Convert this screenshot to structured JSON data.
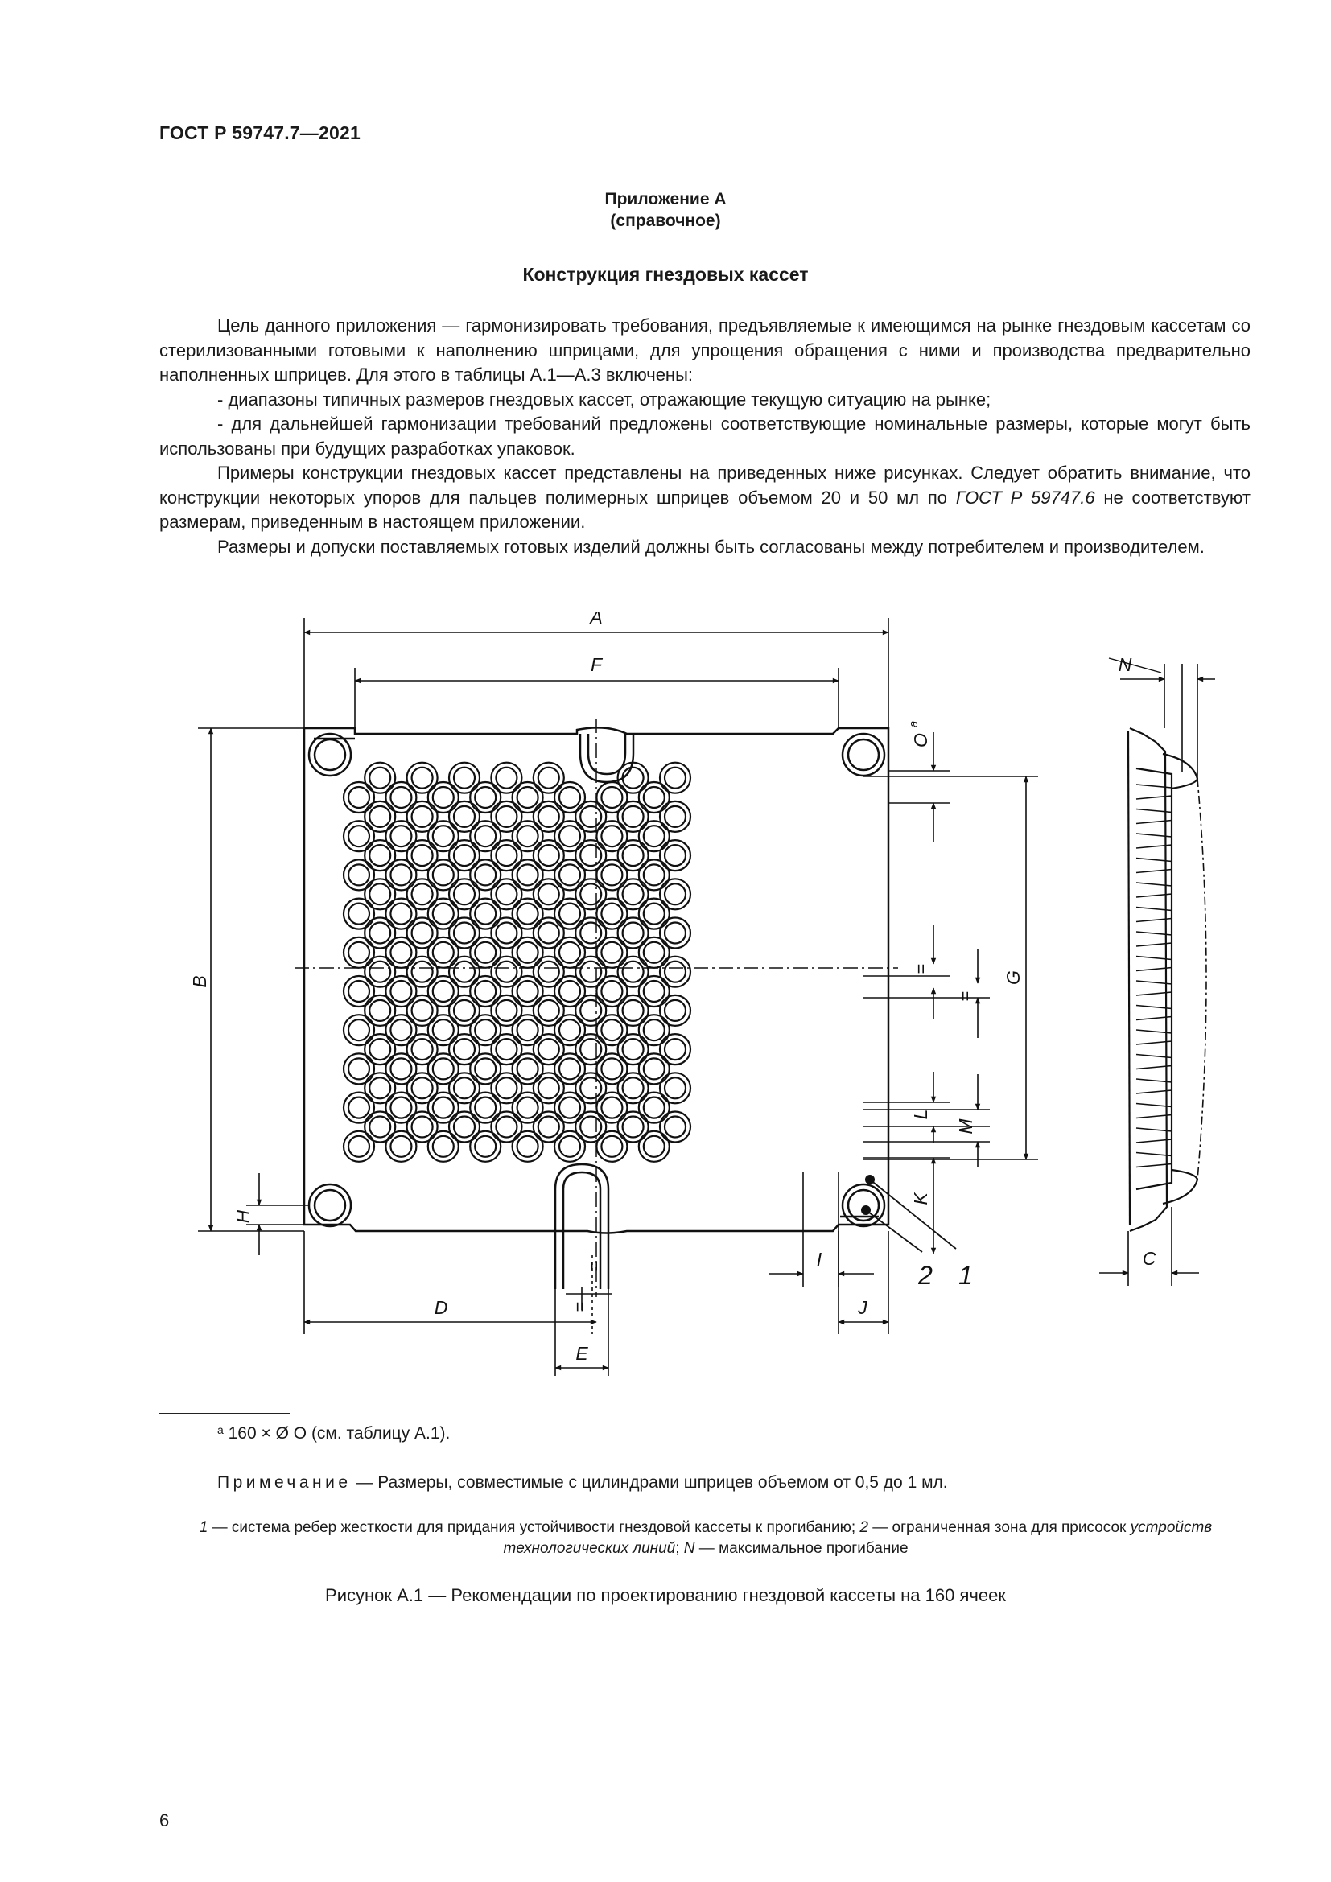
{
  "header": {
    "doc_id": "ГОСТ Р 59747.7—2021"
  },
  "annex": {
    "title": "Приложение А",
    "subtitle": "(справочное)",
    "section_title": "Конструкция гнездовых кассет"
  },
  "body": {
    "p1": "Цель данного приложения — гармонизировать требования, предъявляемые к имеющимся на рынке гнездовым кассетам со стерилизованными готовыми к наполнению шприцами, для упрощения обращения с ними и производства предварительно наполненных шприцев. Для этого в таблицы А.1—А.3 включены:",
    "p2": "- диапазоны типичных размеров гнездовых кассет, отражающие текущую ситуацию на рынке;",
    "p3": "- для дальнейшей гармонизации требований предложены соответствующие номинальные размеры, которые могут быть использованы при будущих разработках упаковок.",
    "p4_before": "Примеры конструкции гнездовых кассет представлены на приведенных ниже рисунках. Следует обратить внимание, что конструкции некоторых упоров для пальцев полимерных шприцев объемом 20 и 50 мл по ",
    "p4_ref": "ГОСТ Р 59747.6",
    "p4_after": " не соответствуют размерам, приведенным в настоящем приложении.",
    "p5": "Размеры и допуски поставляемых готовых изделий должны быть согласованы между потребителем и производителем."
  },
  "figure": {
    "labels": {
      "A": "A",
      "B": "B",
      "C": "C",
      "D": "D",
      "E": "E",
      "F": "F",
      "G": "G",
      "H": "H",
      "I": "I",
      "J": "J",
      "K": "K",
      "L": "L",
      "M": "M",
      "N": "N",
      "O": "O",
      "O_sup": "a",
      "eq": "=",
      "callout1": "1",
      "callout2": "2"
    }
  },
  "footnote": {
    "marker": "a",
    "text": " 160 × Ø O (см. таблицу А.1)."
  },
  "note": {
    "label": "Примечание",
    "text": " — Размеры, совместимые с цилиндрами шприцев объемом от 0,5 до 1 мл."
  },
  "legend": {
    "n1": "1",
    "t1": " — система ребер жесткости для придания устойчивости гнездовой кассеты к прогибанию; ",
    "n2": "2",
    "t2": " — ограниченная зона для присосок ",
    "t2_italic": "устройств технологических линий",
    "t3_sep": "; ",
    "nN": "N",
    "t3": " — максимальное прогибание"
  },
  "caption": "Рисунок А.1 — Рекомендации по проектированию гнездовой кассеты на 160 ячеек",
  "page_number": "6"
}
